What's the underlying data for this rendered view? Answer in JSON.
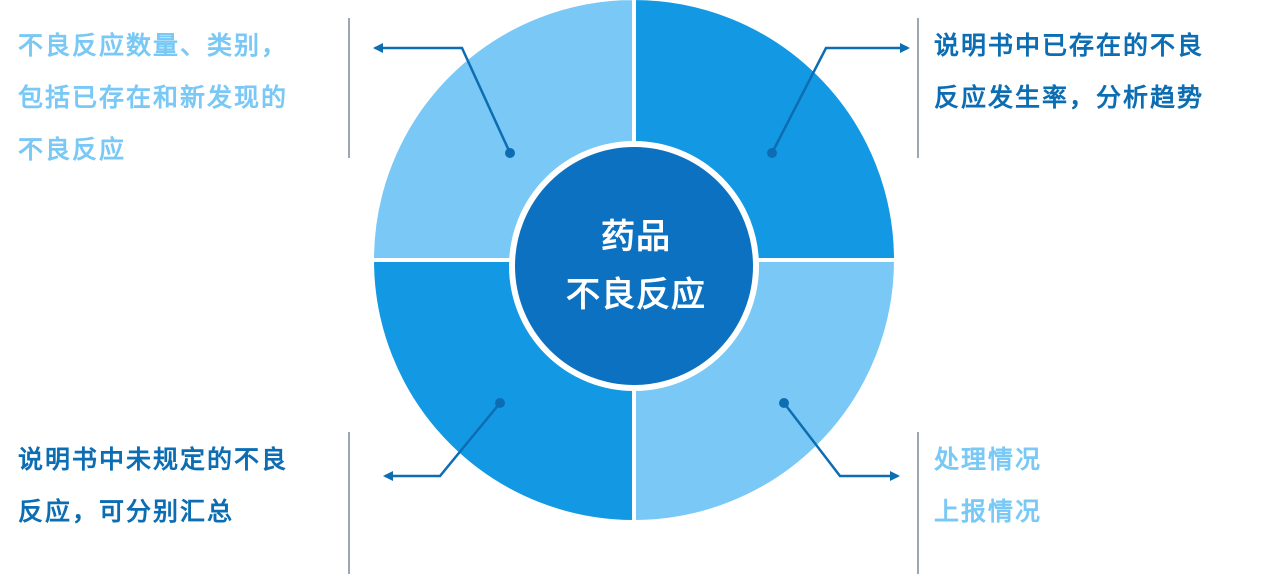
{
  "center": {
    "line1": "药品",
    "line2": "不良反应"
  },
  "notes": {
    "top_left": [
      "不良反应数量、类别，",
      "包括已存在和新发现的",
      "不良反应"
    ],
    "top_right": [
      "说明书中已存在的不良",
      "反应发生率，分析趋势"
    ],
    "bottom_left": [
      "说明书中未规定的不良",
      "反应，可分别汇总"
    ],
    "bottom_right": [
      "处理情况",
      "上报情况"
    ]
  },
  "colors": {
    "dark_blue": "#0d6db3",
    "medium_blue": "#1399e3",
    "light_blue": "#79c8f5",
    "center_blue": "#0b71c0",
    "divider_gray": "#9aa7b4"
  }
}
